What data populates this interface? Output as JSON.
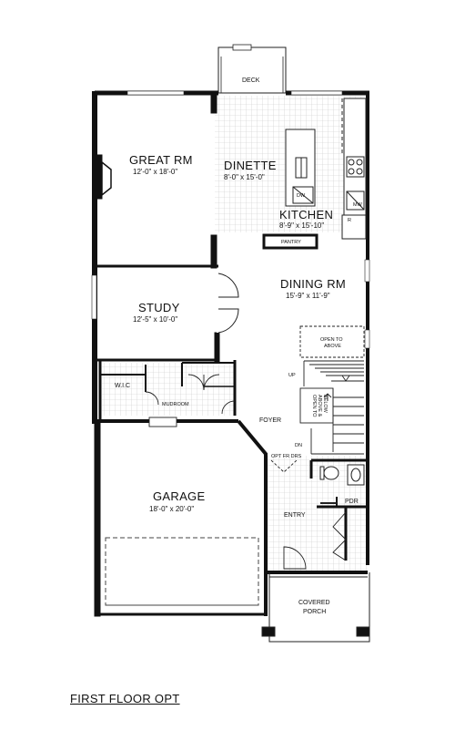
{
  "caption": "FIRST FLOOR OPT",
  "rooms": {
    "deck": "DECK",
    "great_rm": {
      "name": "GREAT RM",
      "dims": "12'-0\" x 18'-0\""
    },
    "dinette": {
      "name": "DINETTE",
      "dims": "8'-0\" x 15'-0\""
    },
    "kitchen": {
      "name": "KITCHEN",
      "dims": "8'-9\" x 15'-10\""
    },
    "dining_rm": {
      "name": "DINING RM",
      "dims": "15'-9\" x 11'-9\""
    },
    "study": {
      "name": "STUDY",
      "dims": "12'-5\" x 10'-0\""
    },
    "garage": {
      "name": "GARAGE",
      "dims": "18'-0\" x 20'-0\""
    },
    "wic": "W.I.C",
    "mudroom": "MUDROOM",
    "foyer": "FOYER",
    "entry": "ENTRY",
    "pdr": "PDR",
    "covered_porch": [
      "COVERED",
      "PORCH"
    ]
  },
  "labels": {
    "pantry": "PANTRY",
    "dw": "DW",
    "mw": "MW",
    "r": "R",
    "open_to_above": [
      "OPEN TO",
      "ABOVE"
    ],
    "open_to_above_below": [
      "OPEN TO",
      "ABOVE &",
      "BELOW"
    ],
    "up": "UP",
    "dn": "DN",
    "opt_fr_drs": "OPT FR DRS"
  },
  "colors": {
    "wall": "#111111",
    "grid": "#bdbdbd",
    "line": "#222222"
  }
}
